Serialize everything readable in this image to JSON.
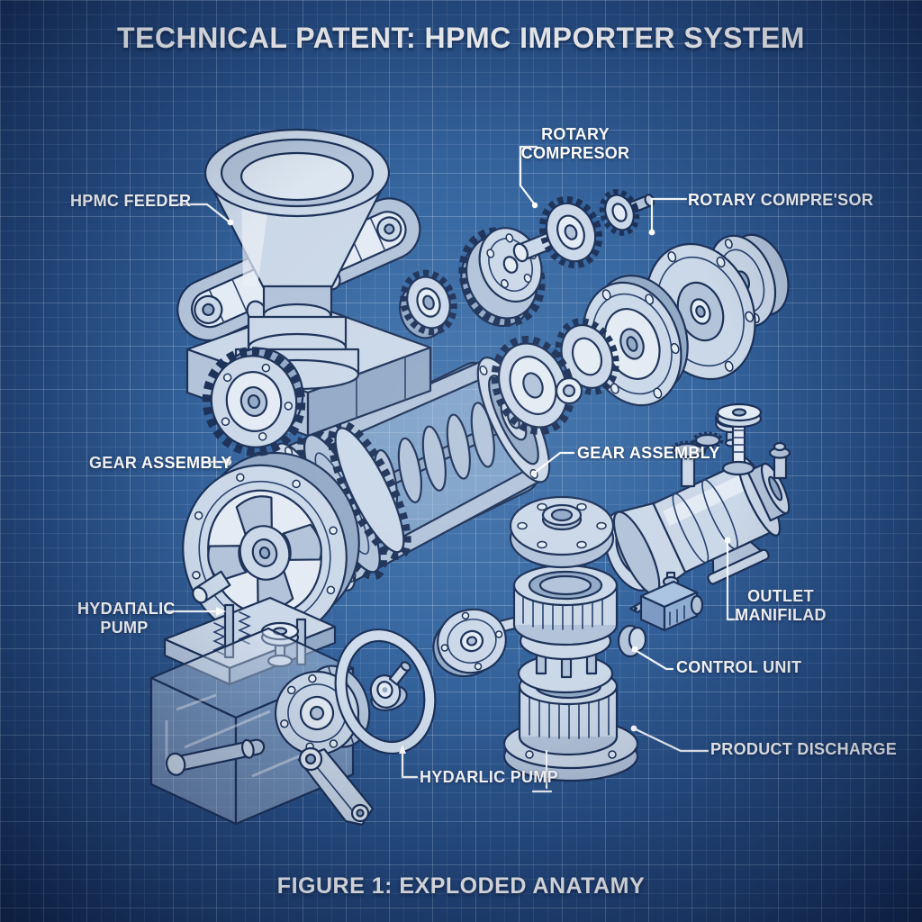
{
  "header": {
    "title": "TECHNICAL PATENT: HPMC IMPORTER SYSTEM"
  },
  "footer": {
    "caption": "FIGURE 1: EXPLODED ANATAMY"
  },
  "labels": {
    "hpmc_feeder": "HPMC FEEDER",
    "rotary_compresor_top": {
      "line1": "ROTARY",
      "line2": "COMPRESOR"
    },
    "rotary_compresor_right": "ROTARY COMPRE'SOR",
    "gear_assembly_left": "GEAR ASSEMBLY",
    "gear_assembly_right": "GEAR ASSEMBLY",
    "hydraulic_pump_left": {
      "line1": "HYDAΠALIC",
      "line2": "PUMP"
    },
    "outlet_manifold": {
      "line1": "OUTLET",
      "line2": "MANIFILAD"
    },
    "control_unit": "CONTROL UNIT",
    "product_discharge": "PRODUCT DISCHARGE",
    "hydraulic_pump_bottom": "HYDARLIC PUMP"
  },
  "colors": {
    "background_center": "#3f73ad",
    "background_deep": "#16305c",
    "grid_line": "#7fa3cc",
    "part_fill": "#cbd8e8",
    "part_shade": "#92a9c6",
    "outline": "#1c3158",
    "label_text": "#ffffff"
  }
}
